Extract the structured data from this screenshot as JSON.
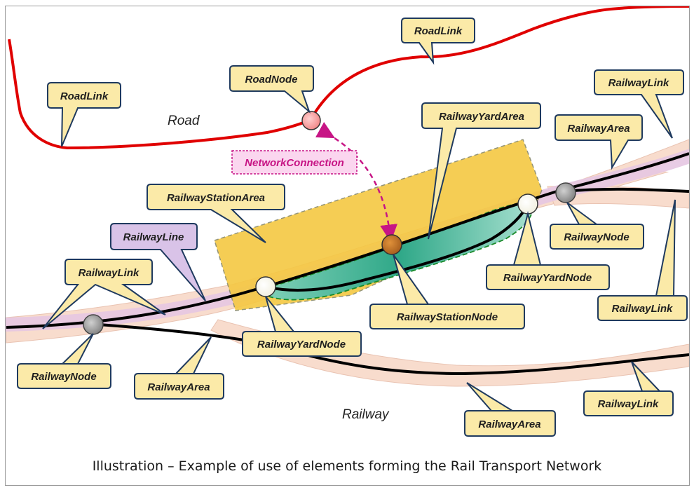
{
  "labels": {
    "road": "Road",
    "railway": "Railway"
  },
  "callouts": {
    "roadlink_top": "RoadLink",
    "roadlink_left": "RoadLink",
    "roadnode": "RoadNode",
    "network_connection": "NetworkConnection",
    "railwayyardarea": "RailwayYardArea",
    "railwayarea_top": "RailwayArea",
    "railwaylink_top_right": "RailwayLink",
    "railwaystationarea": "RailwayStationArea",
    "railwayline": "RailwayLine",
    "railwaylink_left": "RailwayLink",
    "railwaynode_left": "RailwayNode",
    "railwayarea_left": "RailwayArea",
    "railwayyardnode_left": "RailwayYardNode",
    "railwaystationnode": "RailwayStationNode",
    "railwayyardnode_right": "RailwayYardNode",
    "railwaynode_right": "RailwayNode",
    "railwaylink_right": "RailwayLink",
    "railwaylink_bottom_right": "RailwayLink",
    "railwayarea_bottom": "RailwayArea"
  },
  "caption": "Illustration – Example of use of elements forming the Rail Transport Network",
  "colors": {
    "road": "#e00000",
    "railway_track": "#000000",
    "railway_area": "#f8dccd",
    "railway_line": "#e8c8e0",
    "station_area": "#f5c842",
    "yard_area": "#5dc8a8",
    "network_connection": "#c71585",
    "callout_fill": "#fbeaa8",
    "callout_border": "#1f3a5f",
    "railwayline_callout_fill": "#d9c3e8",
    "nc_fill": "#fbd6ef"
  }
}
